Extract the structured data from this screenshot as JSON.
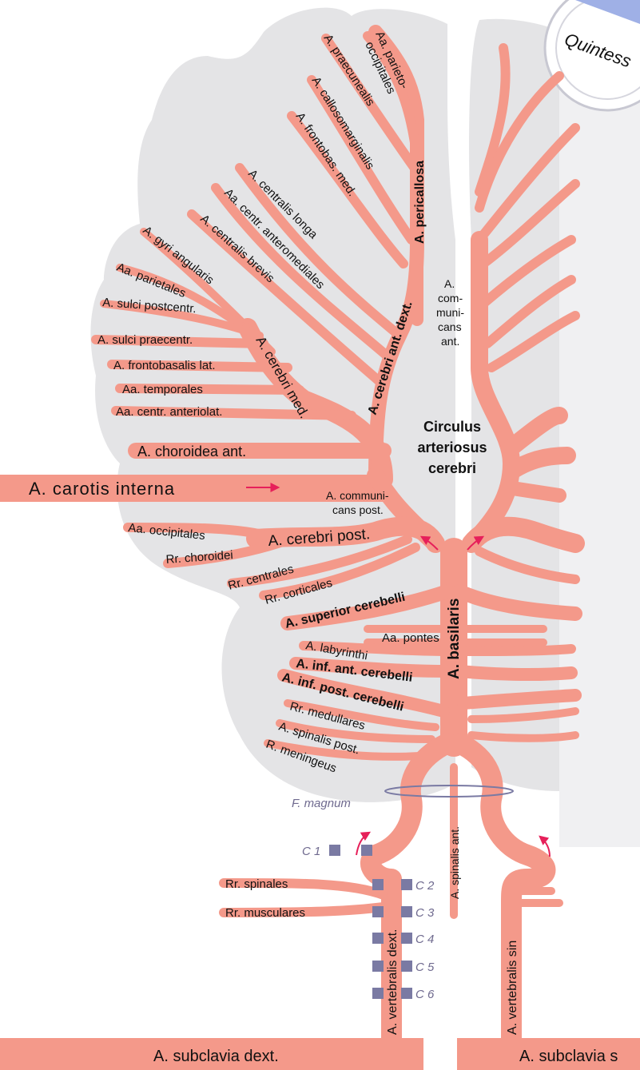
{
  "watermark": "Quintess",
  "colors": {
    "artery": "#f4998a",
    "brain": "#e4e4e6",
    "arrow": "#e6205a",
    "vertebra": "#7a7aa3",
    "foramen_ring": "#7a7aa3",
    "watermark": "#b0b0bd"
  },
  "labels": {
    "aa_parieto": "Aa. parieto-",
    "occipitales_top": "occipitales",
    "praecunealis": "A. praecunealis",
    "callosomarginalis": "A. callosomarginalis",
    "frontobas_med": "A. frontobas. med.",
    "pericallosa": "A. pericallosa",
    "centralis_longa": "A. centralis longa",
    "centr_anteromediales": "Aa. centr. anteromediales",
    "centralis_brevis": "A. centralis brevis",
    "gyri_angularis": "A. gyri angularis",
    "parietales": "Aa. parietales",
    "sulci_postcentr": "A. sulci postcentr.",
    "sulci_praecentr": "A. sulci praecentr.",
    "frontobasalis_lat": "A. frontobasalis lat.",
    "temporales": "Aa. temporales",
    "centr_anteriolat": "Aa. centr. anteriolat.",
    "cerebri_med": "A. cerebri med.",
    "cerebri_ant_dext": "A. cerebri ant. dext.",
    "comm_ant_1": "A.",
    "comm_ant_2": "com-",
    "comm_ant_3": "muni-",
    "comm_ant_4": "cans",
    "comm_ant_5": "ant.",
    "circulus_1": "Circulus",
    "circulus_2": "arteriosus",
    "circulus_3": "cerebri",
    "choroidea_ant": "A. choroidea ant.",
    "carotis_interna": "A. carotis interna",
    "comm_post_1": "A. communi-",
    "comm_post_2": "cans post.",
    "cerebri_post": "A. cerebri post.",
    "occipitales": "Aa. occipitales",
    "choroidei": "Rr. choroidei",
    "centrales": "Rr. centrales",
    "corticales": "Rr. corticales",
    "superior_cerebelli": "A. superior cerebelli",
    "basilaris": "A. basilaris",
    "pontes": "Aa. pontes",
    "labyrinthi": "A. labyrinthi",
    "inf_ant_cerebelli": "A. inf. ant. cerebelli",
    "inf_post_cerebelli": "A. inf. post. cerebelli",
    "medullares": "Rr. medullares",
    "spinalis_post": "A. spinalis post.",
    "meningeus": "R. meningeus",
    "f_magnum": "F. magnum",
    "spinalis_ant": "A. spinalis ant.",
    "c1": "C 1",
    "c2": "C 2",
    "c3": "C 3",
    "c4": "C 4",
    "c5": "C 5",
    "c6": "C 6",
    "rr_spinales": "Rr. spinales",
    "rr_musculares": "Rr. musculares",
    "vertebralis_dext": "A. vertebralis dext.",
    "vertebralis_sin": "A. vertebralis sin",
    "subclavia_dext": "A. subclavia dext.",
    "subclavia_sin": "A. subclavia s"
  }
}
